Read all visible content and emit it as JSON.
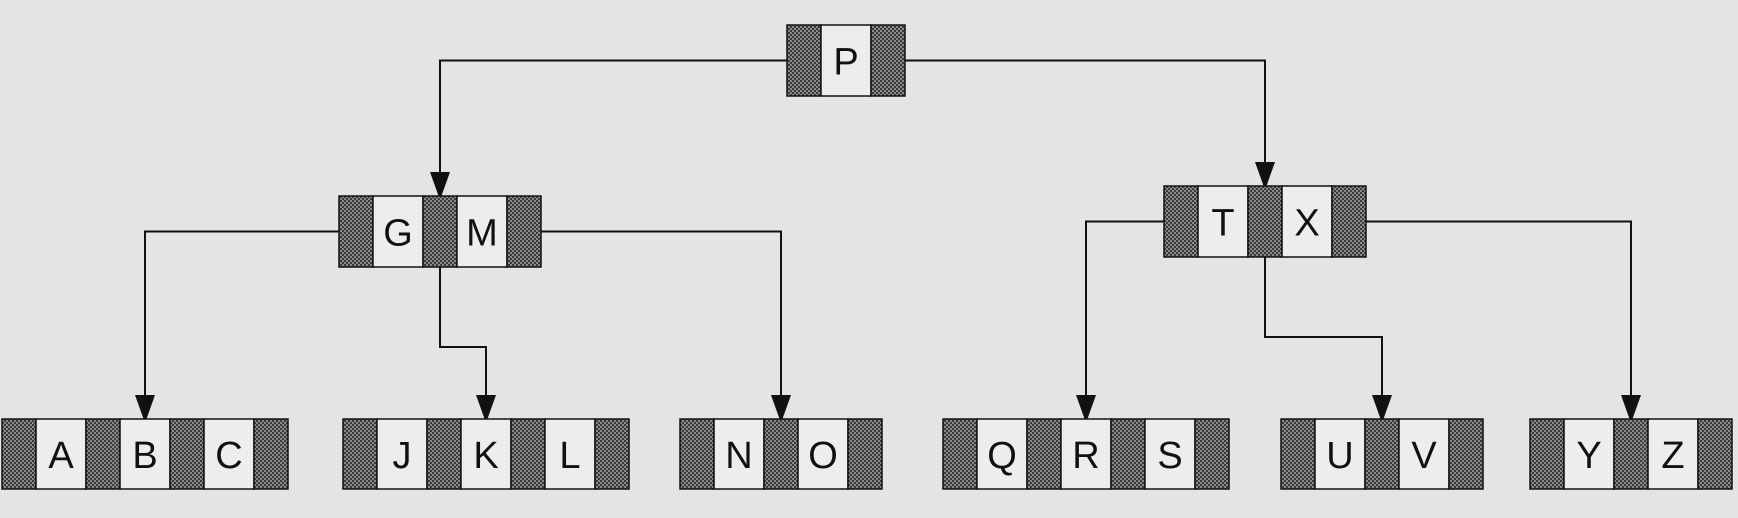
{
  "colors": {
    "background": "#e4e4e4",
    "key_cell": "#ededed",
    "pointer_cell_pattern": "checkered-gray",
    "stroke": "#111111"
  },
  "nodes": [
    {
      "id": "root",
      "keys": [
        "P"
      ]
    },
    {
      "id": "gm",
      "keys": [
        "G",
        "M"
      ]
    },
    {
      "id": "tx",
      "keys": [
        "T",
        "X"
      ]
    },
    {
      "id": "abc",
      "keys": [
        "A",
        "B",
        "C"
      ]
    },
    {
      "id": "jkl",
      "keys": [
        "J",
        "K",
        "L"
      ]
    },
    {
      "id": "no",
      "keys": [
        "N",
        "O"
      ]
    },
    {
      "id": "qrs",
      "keys": [
        "Q",
        "R",
        "S"
      ]
    },
    {
      "id": "uv",
      "keys": [
        "U",
        "V"
      ]
    },
    {
      "id": "yz",
      "keys": [
        "Y",
        "Z"
      ]
    }
  ],
  "edges": [
    {
      "from": "root",
      "pointer": 0,
      "to": "gm"
    },
    {
      "from": "root",
      "pointer": 1,
      "to": "tx"
    },
    {
      "from": "gm",
      "pointer": 0,
      "to": "abc"
    },
    {
      "from": "gm",
      "pointer": 1,
      "to": "jkl"
    },
    {
      "from": "gm",
      "pointer": 2,
      "to": "no"
    },
    {
      "from": "tx",
      "pointer": 0,
      "to": "qrs"
    },
    {
      "from": "tx",
      "pointer": 1,
      "to": "uv"
    },
    {
      "from": "tx",
      "pointer": 2,
      "to": "yz"
    }
  ]
}
